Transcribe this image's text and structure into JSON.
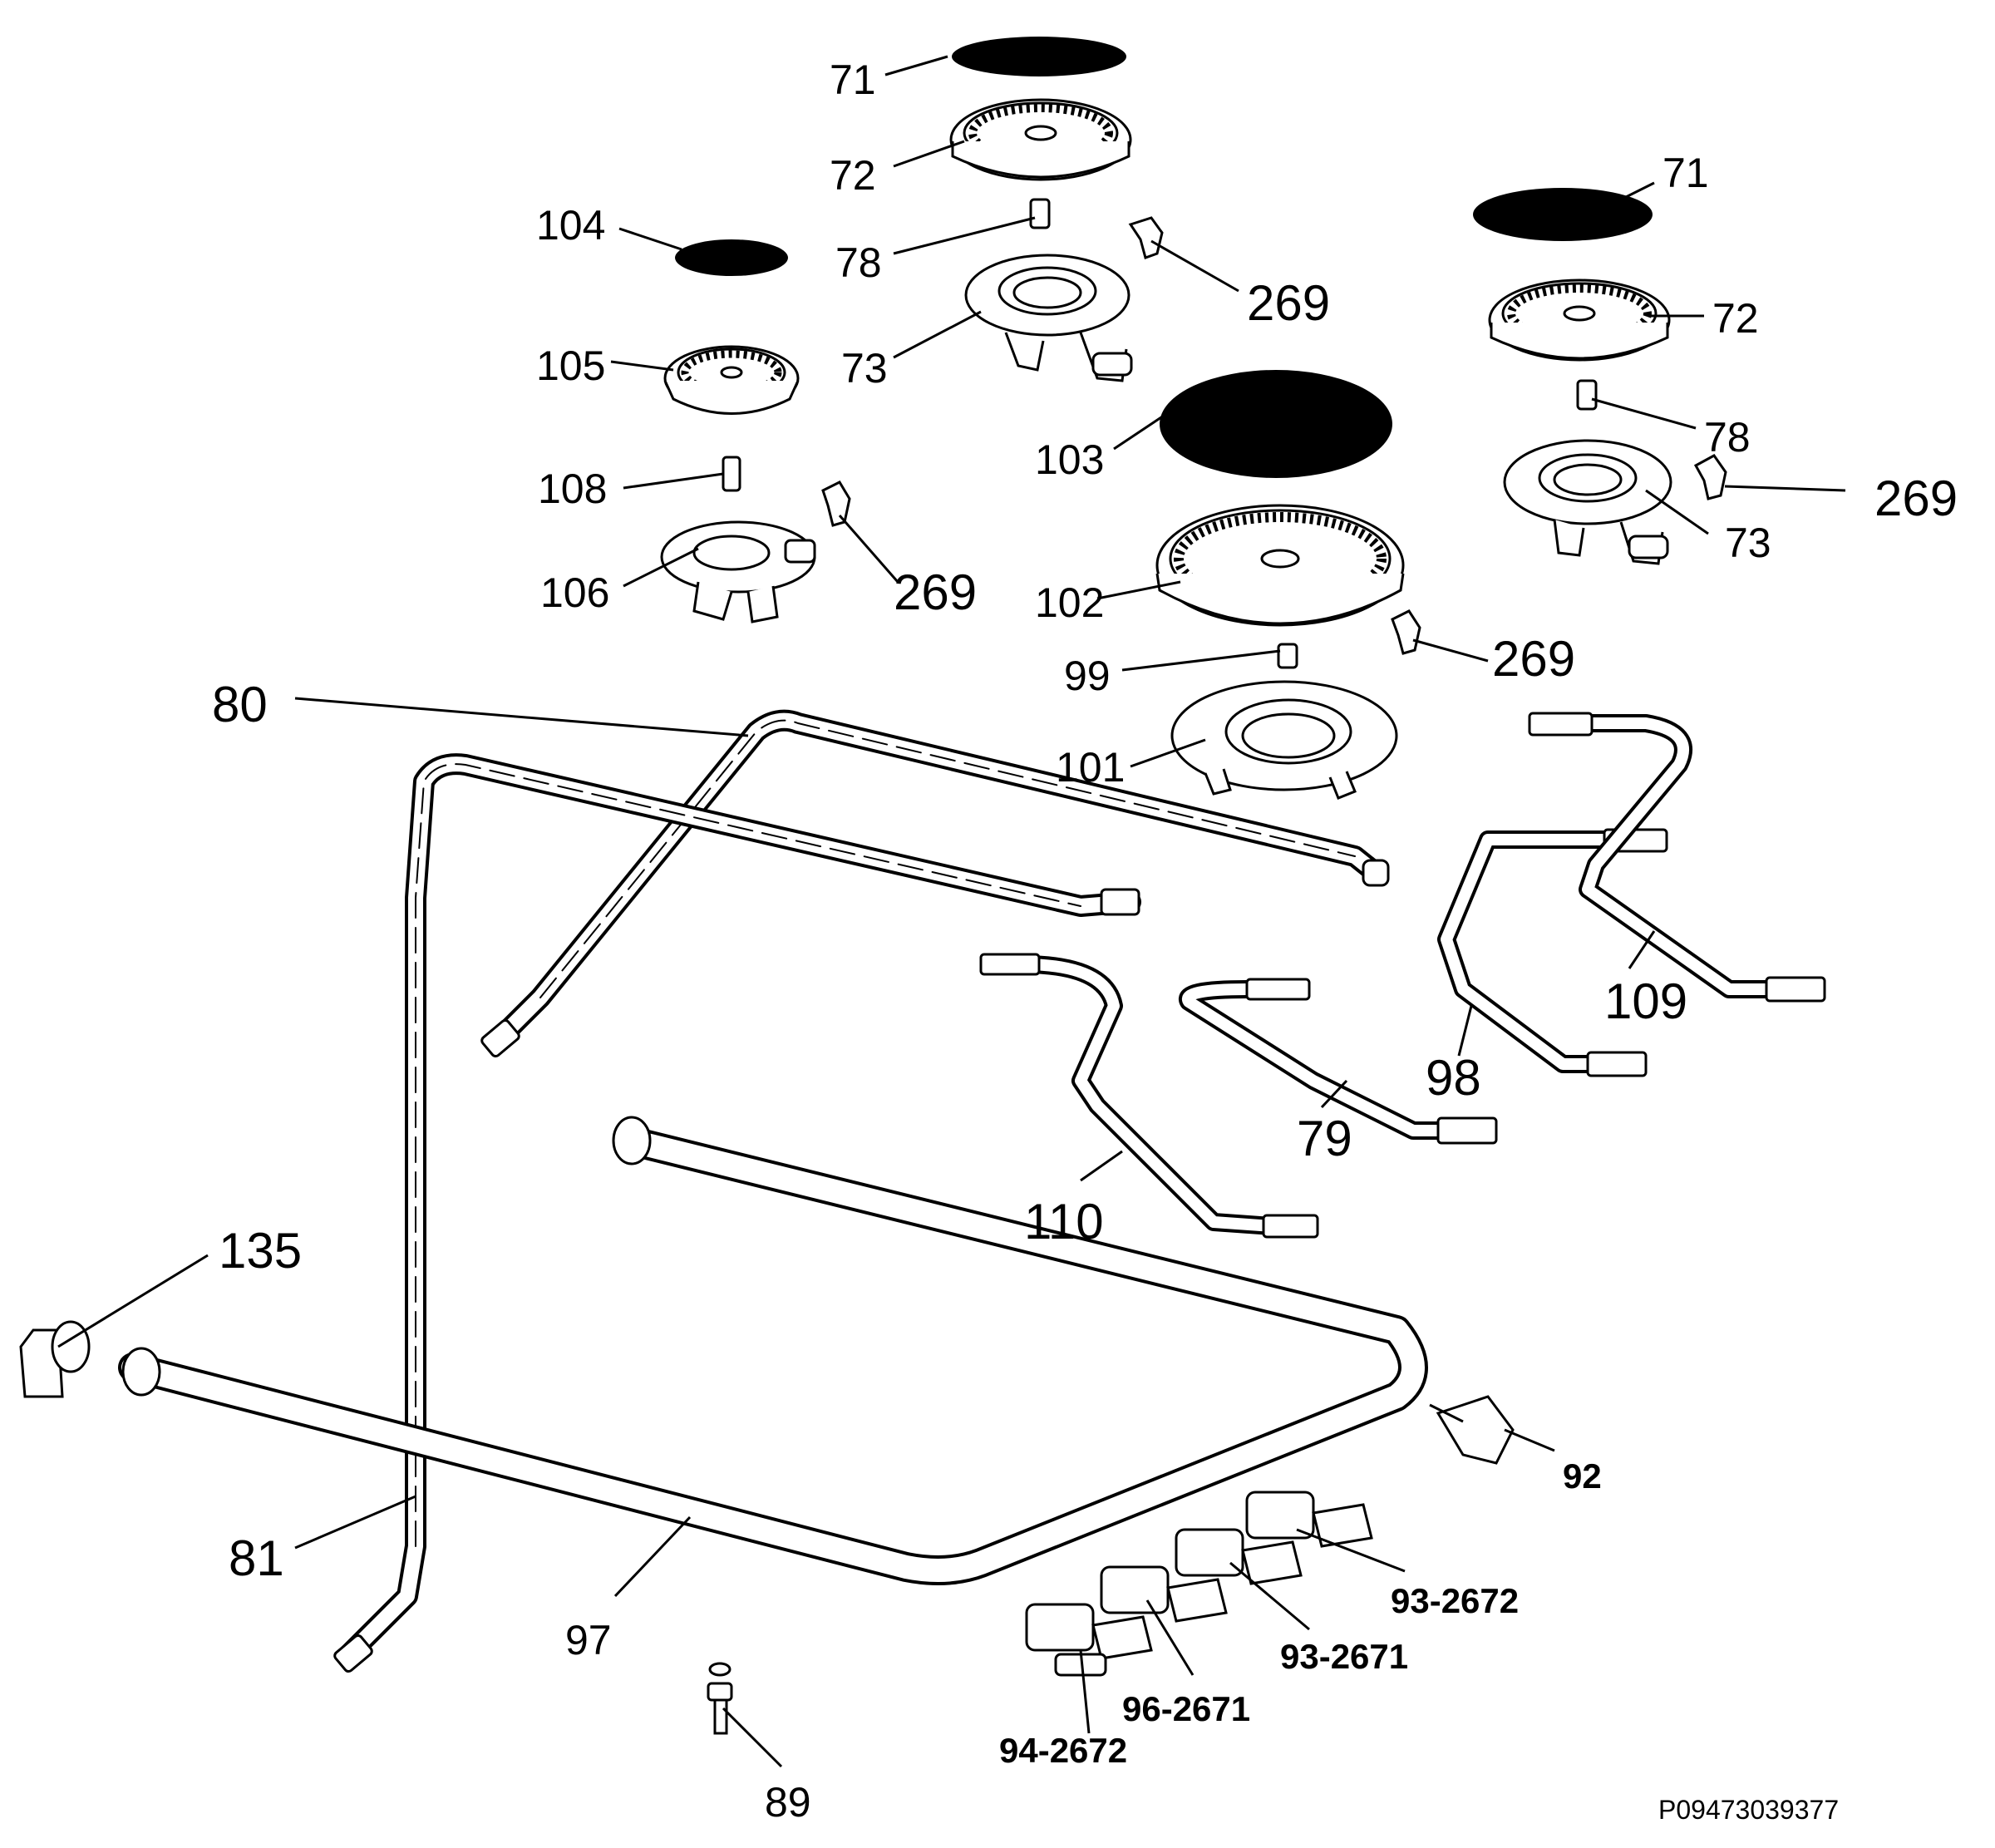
{
  "diagram": {
    "code": "P09473039377",
    "labels": {
      "l71a": "71",
      "l72a": "72",
      "l104": "104",
      "l78a": "78",
      "l269a": "269",
      "l73a": "73",
      "l105": "105",
      "l71b": "71",
      "l72b": "72",
      "l103": "103",
      "l78b": "78",
      "l269b": "269",
      "l108": "108",
      "l73b": "73",
      "l106": "106",
      "l269c": "269",
      "l102": "102",
      "l99": "99",
      "l269d": "269",
      "l80": "80",
      "l101": "101",
      "l109": "109",
      "l98": "98",
      "l79": "79",
      "l110": "110",
      "l135": "135",
      "l92": "92",
      "l93_2672": "93-2672",
      "l93_2671": "93-2671",
      "l81": "81",
      "l96_2671": "96-2671",
      "l97": "97",
      "l94_2672": "94-2672",
      "l89": "89"
    }
  }
}
